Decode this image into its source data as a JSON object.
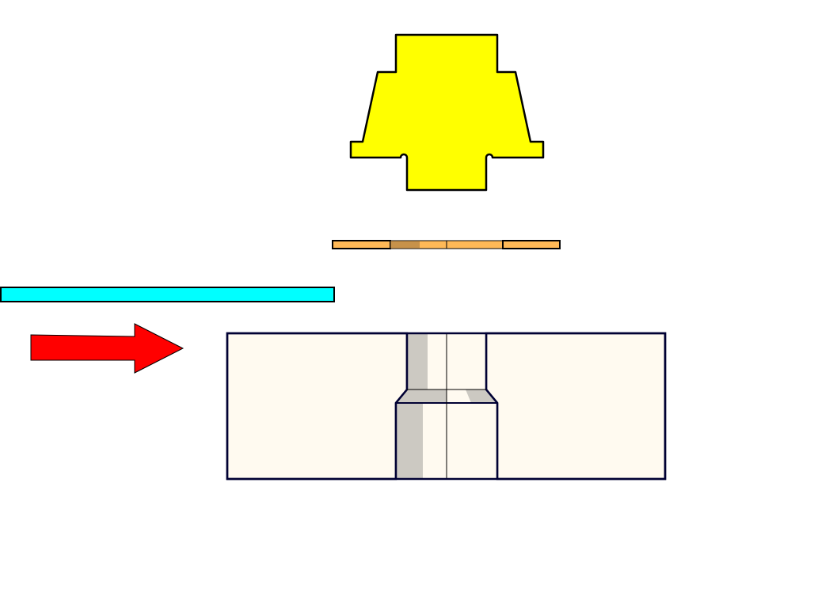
{
  "diagram": {
    "parts": [
      {
        "id": "punch",
        "shape": "stepped-punch",
        "color": "#ffff00"
      },
      {
        "id": "workpiece-blank",
        "shape": "flat-strip",
        "color": "#ffb957",
        "shaded_color": "#c7924a"
      },
      {
        "id": "stripper-plate",
        "shape": "flat-bar",
        "color": "#00ffff"
      },
      {
        "id": "feed-direction-arrow",
        "shape": "right-arrow",
        "color": "#ff0000"
      },
      {
        "id": "die-block",
        "shape": "die-with-stepped-cavity",
        "color": "#fffaf0",
        "cavity_wall_color": "#ccc9c2"
      }
    ],
    "outline_color": "#000000",
    "die_outline_color": "#000033"
  }
}
